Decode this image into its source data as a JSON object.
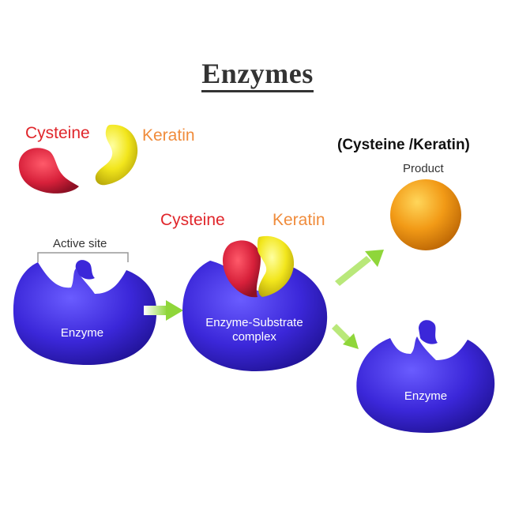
{
  "title": "Enzymes",
  "substrates": {
    "cysteine_label": "Cysteine",
    "keratin_label": "Keratin"
  },
  "complex_labels": {
    "cysteine_label": "Cysteine",
    "keratin_label": "Keratin"
  },
  "active_site_label": "Active site",
  "enzyme_label": "Enzyme",
  "complex_label_line1": "Enzyme-Substrate",
  "complex_label_line2": "complex",
  "product_name": "(Cysteine /Keratin)",
  "product_label": "Product",
  "enzyme_label_after": "Enzyme",
  "colors": {
    "enzyme": "#3b27d9",
    "cysteine": "#d7203a",
    "keratin": "#f2e61c",
    "product": "#f29a16",
    "arrow": "#8fd63a"
  }
}
